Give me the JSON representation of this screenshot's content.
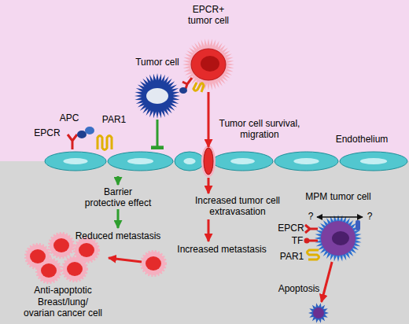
{
  "diagram": {
    "nodes": [
      {
        "text": [
          "EPCR+ tumor cell"
        ]
      },
      {
        "text": [
          "Tumor cell"
        ]
      },
      {
        "text": [
          "Endothelium"
        ]
      },
      {
        "text": [
          "MPM tumor cell"
        ]
      },
      {
        "text": [
          "Apoptosis"
        ]
      }
    ],
    "edges": [
      {
        "from": 1,
        "to": 2,
        "arrow": "none"
      },
      {
        "from": 0,
        "to": 2,
        "arrow": "to"
      },
      {
        "from": 3,
        "to": 4,
        "arrow": "to"
      }
    ],
    "labels": [
      "APC",
      "EPCR",
      "PAR1",
      "Tumor cell survival, migration",
      "Barrier protective effect",
      "Reduced metastasis",
      "Increased tumor cell extravasation",
      "Increased metastasis",
      "EPCR",
      "?",
      "?",
      "TF",
      "PAR1",
      "Anti-apoptotic",
      "Breast/lung/ ovarian cancer cell"
    ]
  }
}
